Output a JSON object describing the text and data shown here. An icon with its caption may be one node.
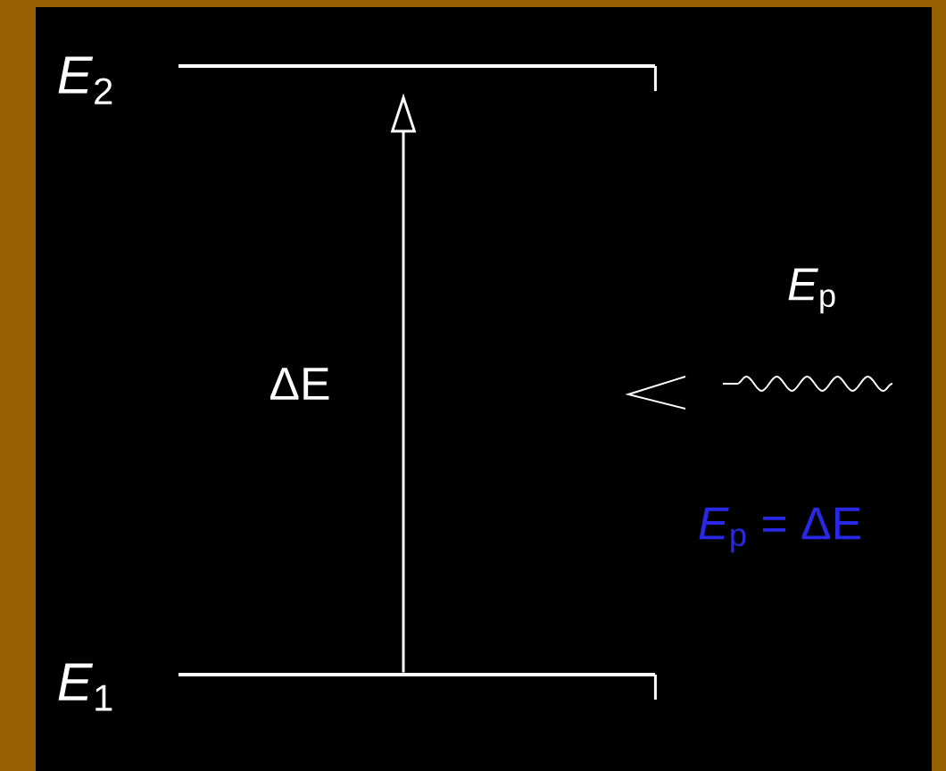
{
  "diagram": {
    "nodes": [
      {
        "text": [],
        "shape": "bar",
        "beside": [
          "*E*$_{2}$"
        ]
      },
      {
        "text": [],
        "shape": "bar",
        "beside": [
          "*E*$_{1}$"
        ]
      }
    ],
    "edges": [
      {
        "from": 1,
        "to": 0,
        "arrow": "to",
        "label": "ΔE"
      }
    ],
    "labels": [
      "*E*$_{p}$",
      "*E*$_{p}$ = ΔE"
    ]
  }
}
